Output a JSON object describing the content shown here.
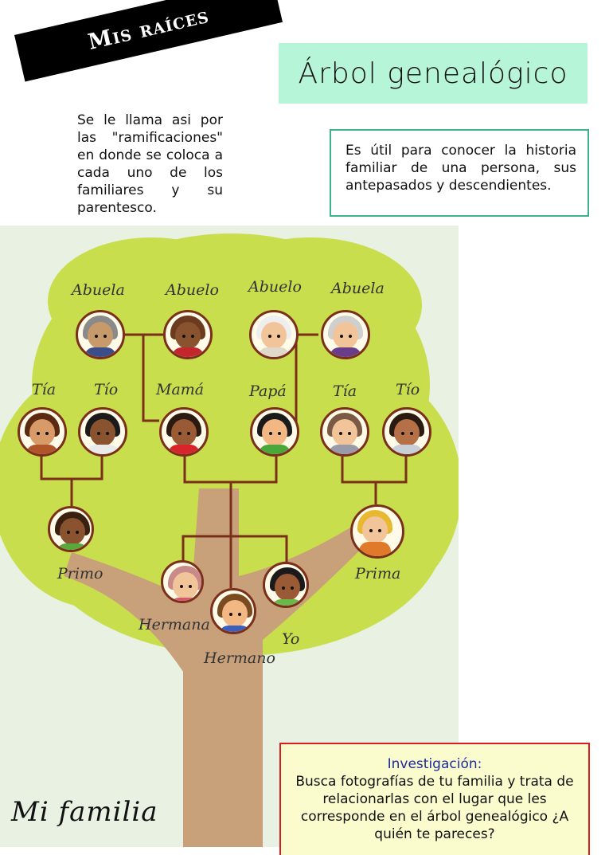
{
  "banner": {
    "label": "Mis raíces"
  },
  "title": {
    "label": "Árbol genealógico"
  },
  "intro": {
    "text": "Se le llama asi por las \"ramificaciones\" en donde se coloca a cada uno de los familiares y su parentesco."
  },
  "useful": {
    "text": "Es útil para conocer la historia familiar de una persona, sus antepasados y descendientes."
  },
  "tree": {
    "labels": {
      "abuela_1": "Abuela",
      "abuelo_1": "Abuelo",
      "abuelo_2": "Abuelo",
      "abuela_2": "Abuela",
      "tia_1": "Tía",
      "tio_1": "Tío",
      "mama": "Mamá",
      "papa": "Papá",
      "tia_2": "Tía",
      "tio_2": "Tío",
      "primo": "Primo",
      "prima": "Prima",
      "hermana": "Hermana",
      "hermano": "Hermano",
      "yo": "Yo"
    },
    "logo_text": "Mi familia",
    "colors": {
      "foliage": "#c8de4c",
      "trunk": "#c8a07a",
      "branch_line": "#7a2f1a"
    }
  },
  "investigation": {
    "heading": "Investigación:",
    "text": "Busca fotografías de tu familia y trata de relacionarlas con el lugar que les corresponde en el árbol genealógico ¿A quién te pareces?"
  }
}
